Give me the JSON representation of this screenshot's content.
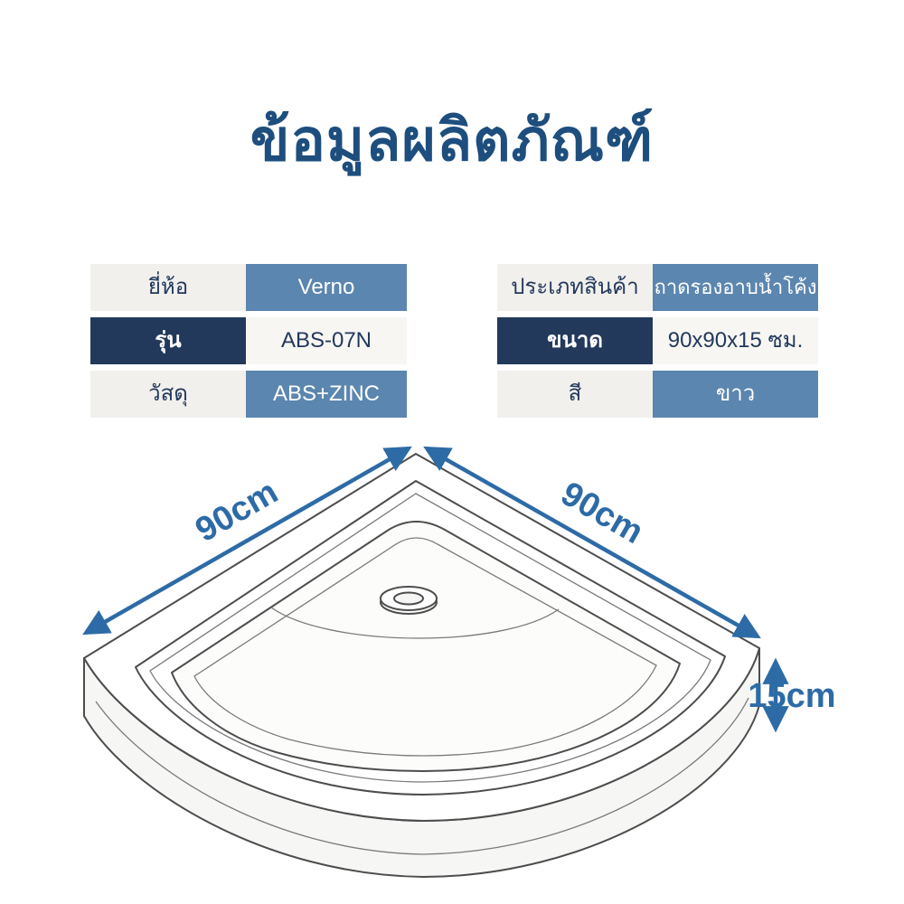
{
  "title": "ข้อมูลผลิตภัณฑ์",
  "tables": {
    "left": [
      {
        "label": "ยี่ห้อ",
        "value": "Verno"
      },
      {
        "label": "รุ่น",
        "value": "ABS-07N"
      },
      {
        "label": "วัสดุ",
        "value": "ABS+ZINC"
      }
    ],
    "right": [
      {
        "label": "ประเภทสินค้า",
        "value": "ถาดรองอาบน้ำโค้ง"
      },
      {
        "label": "ขนาด",
        "value": "90x90x15 ซม."
      },
      {
        "label": "สี",
        "value": "ขาว"
      }
    ]
  },
  "diagram": {
    "dim_left": "90cm",
    "dim_right": "90cm",
    "dim_height": "15cm"
  },
  "colors": {
    "title": "#1d4e7e",
    "cell_blue": "#5b86af",
    "cell_dark": "#22395c",
    "cell_light": "#f2f0ed",
    "cell_value_light": "#f8f6f3",
    "dimension": "#2d6ba6"
  }
}
